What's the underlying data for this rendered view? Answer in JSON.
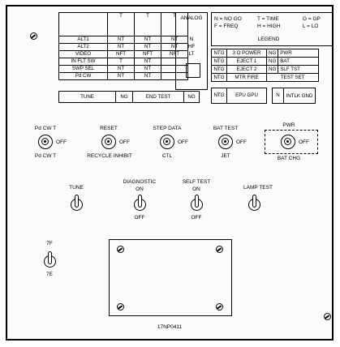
{
  "figure_id": "17NP0411",
  "top_table": {
    "headers": [
      "T",
      "T",
      "T"
    ],
    "rows": [
      {
        "label": "ALT1",
        "c1": "NT",
        "c2": "NT",
        "c3": "NT"
      },
      {
        "label": "ALT2",
        "c1": "NT",
        "c2": "NT",
        "c3": "NT"
      },
      {
        "label": "VIDEO",
        "c1": "NFT",
        "c2": "NFT",
        "c3": "NFT"
      },
      {
        "label": "IN FLT SW",
        "c1": "T",
        "c2": "NT",
        "c3": ""
      },
      {
        "label": "SWP SEL",
        "c1": "NT",
        "c2": "NT",
        "c3": ""
      },
      {
        "label": "Pd CW",
        "c1": "NT",
        "c2": "NT",
        "c3": ""
      }
    ],
    "tune": "TUNE",
    "tune_ng": "NG",
    "end_test": "END TEST",
    "end_ng": "NG"
  },
  "analog": {
    "title": "ANALOG",
    "n": "N",
    "hf": "HF",
    "lt": "LT"
  },
  "legend": {
    "line1_left": "N = NO GO",
    "line1_right": "T = TIME",
    "line1_far": "G = GP",
    "line2_left": "F = FREQ",
    "line2_right": "H = HIGH",
    "line2_far": "L = LO",
    "title": "LEGEND"
  },
  "status_table": {
    "rows": [
      {
        "a": "NTG",
        "b": "3 O POWER",
        "c": "NG",
        "d": "PWR"
      },
      {
        "a": "NTG",
        "b": "EJECT 1",
        "c": "NG",
        "d": "BAT"
      },
      {
        "a": "NTG",
        "b": "EJECT 2",
        "c": "NG",
        "d": "SLF TST"
      },
      {
        "a": "NTG",
        "b": "MTR FIRE",
        "c": "",
        "d": "TEST SET"
      }
    ],
    "epu_ntg": "NTG",
    "epu": "EPU GPU",
    "intlk_n": "N",
    "intlk": "INTLK GND"
  },
  "rotary_switches": [
    {
      "top": "Pd CW T",
      "bottom": "Pd CW T",
      "off": "OFF"
    },
    {
      "top": "RESET",
      "bottom": "RECYCLE INHIBIT",
      "off": "OFF"
    },
    {
      "top": "STEP DATA",
      "bottom": "CTL",
      "off": "OFF"
    },
    {
      "top": "BAT TEST",
      "bottom": "JET",
      "off": "OFF"
    },
    {
      "top": "PWR",
      "bottom": "BAT CHG",
      "off": "OFF"
    }
  ],
  "toggles": [
    {
      "top": "TUNE",
      "on": "",
      "off": ""
    },
    {
      "top": "DIAGNOSTIC",
      "on": "ON",
      "off": "OFF"
    },
    {
      "top": "SELF TEST",
      "on": "ON",
      "off": "OFF"
    },
    {
      "top": "LAMP TEST",
      "on": "",
      "off": ""
    }
  ],
  "freq_toggle": {
    "top": "7F",
    "bottom": "7E"
  }
}
